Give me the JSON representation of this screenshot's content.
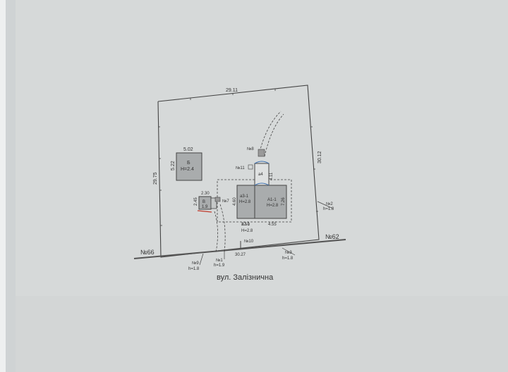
{
  "plan": {
    "street": "вул. Залізнична",
    "neighbors": {
      "left": "№66",
      "right": "№62"
    },
    "dimensions": {
      "top": "29.11",
      "right": "30.12",
      "left": "29.75",
      "bottom": "30.27",
      "b_width": "5.02",
      "b_height": "5.22",
      "v_width": "2.30",
      "v_height": "2.45",
      "a3_height": "4.60",
      "a3_width": "3.10",
      "a1_width": "4.55",
      "a1_side": "7.26",
      "a4_height": "4.11"
    },
    "buildings": {
      "b": {
        "letter": "Б",
        "height": "Н=2.4"
      },
      "v": {
        "letter": "В",
        "height": "1.9"
      },
      "a3": {
        "letter": "а3-1",
        "height": "Н=2.8"
      },
      "a1": {
        "letter": "А1-1",
        "height": "Н=2.8"
      },
      "a2": {
        "letter": "а2-1",
        "height": "Н=2.8"
      },
      "a4": {
        "letter": "а4"
      }
    },
    "markers": {
      "n1": {
        "label": "№1",
        "h": "h=1.9"
      },
      "n2": {
        "label": "№2",
        "h": "h=1.8"
      },
      "n3": {
        "label": "№3",
        "h": "h=1.8"
      },
      "n7": {
        "label": "№7"
      },
      "n8": {
        "label": "№8"
      },
      "n9": {
        "label": "№9",
        "h": "h=1.8"
      },
      "n10": {
        "label": "№10"
      },
      "n11": {
        "label": "№11"
      }
    }
  }
}
